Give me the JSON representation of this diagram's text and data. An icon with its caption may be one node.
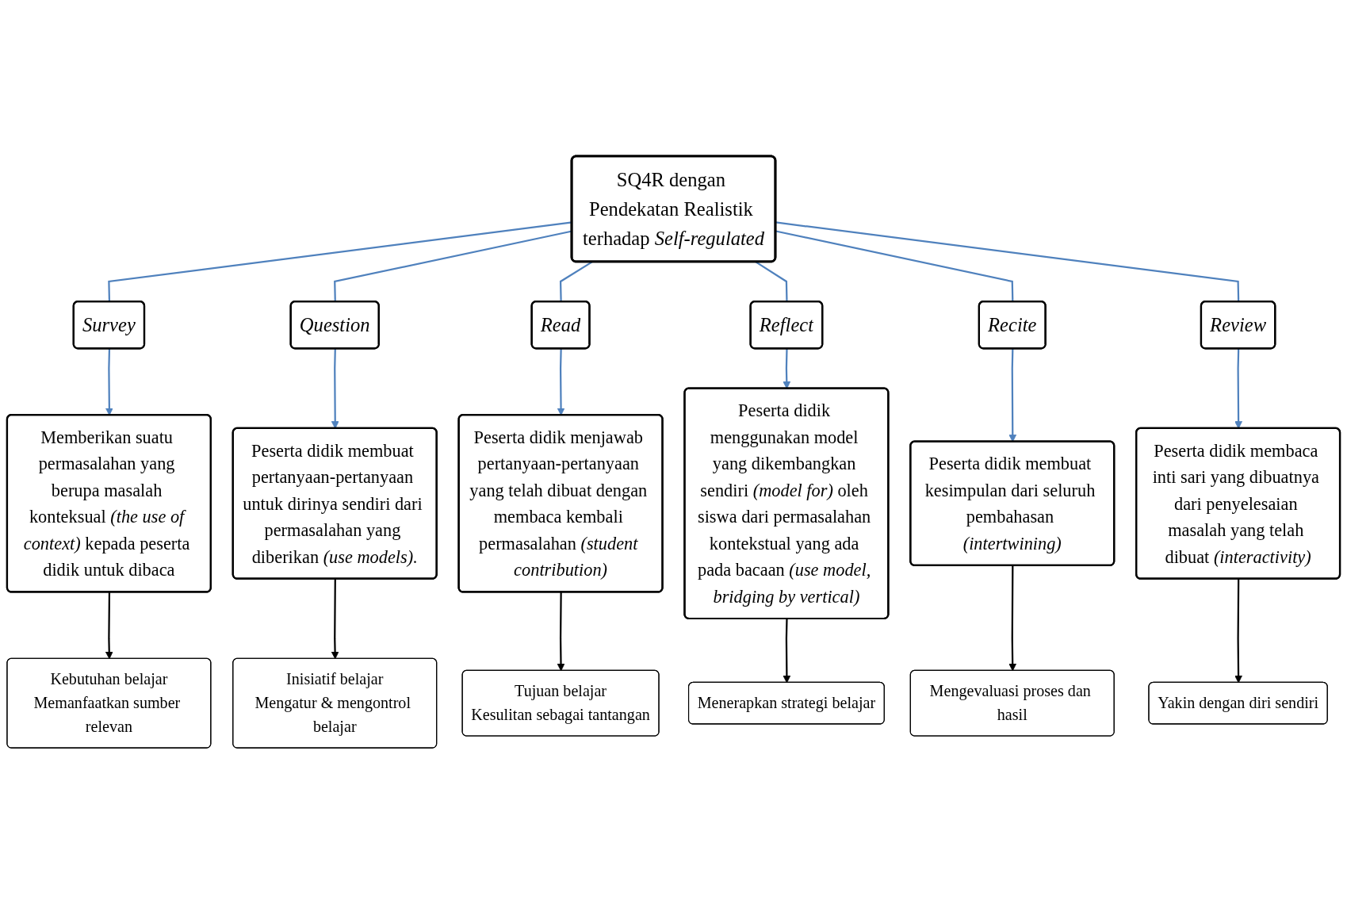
{
  "diagram": {
    "nodes": [
      {
        "text": [
          "SQ4R dengan Pendekatan Realistik terhadap *Self-regulated*"
        ]
      },
      {
        "text": [
          "Survey"
        ]
      },
      {
        "text": [
          "Question"
        ]
      },
      {
        "text": [
          "Read"
        ]
      },
      {
        "text": [
          "Reflect"
        ]
      },
      {
        "text": [
          "Recite"
        ]
      },
      {
        "text": [
          "Review"
        ]
      },
      {
        "text": [
          "Memberikan suatu permasalahan yang berupa masalah konteksual *(the use of context)* kepada peserta didik untuk dibaca"
        ]
      },
      {
        "text": [
          "Peserta didik membuat pertanyaan-pertanyaan untuk dirinya sendiri dari permasalahan yang diberikan *(use models).*"
        ]
      },
      {
        "text": [
          "Peserta didik menjawab pertanyaan-pertanyaan yang telah dibuat dengan membaca kembali permasalahan *(student contribution)*"
        ]
      },
      {
        "text": [
          "Peserta didik menggunakan model yang dikembangkan sendiri *(model for)* oleh siswa dari permasalahan kontekstual yang ada pada bacaan *(use model, bridging by vertical)*"
        ]
      },
      {
        "text": [
          "Peserta didik membuat kesimpulan dari seluruh pembahasan *(intertwining)*"
        ]
      },
      {
        "text": [
          "Peserta didik membaca inti sari yang dibuatnya dari penyelesaian masalah yang telah dibuat *(interactivity)*"
        ]
      },
      {
        "text": [
          "Kebutuhan belajar",
          "Memanfaatkan sumber relevan"
        ]
      },
      {
        "text": [
          "Inisiatif belajar",
          "Mengatur & mengontrol belajar"
        ]
      },
      {
        "text": [
          "Tujuan belajar",
          "Kesulitan sebagai tantangan"
        ]
      },
      {
        "text": [
          "Menerapkan strategi belajar"
        ]
      },
      {
        "text": [
          "Mengevaluasi proses dan hasil"
        ]
      },
      {
        "text": [
          "Yakin dengan diri sendiri"
        ]
      }
    ],
    "edges": [
      {
        "from": 0,
        "to": 1,
        "arrow": "none"
      },
      {
        "from": 0,
        "to": 2,
        "arrow": "none"
      },
      {
        "from": 0,
        "to": 3,
        "arrow": "none"
      },
      {
        "from": 0,
        "to": 4,
        "arrow": "none"
      },
      {
        "from": 0,
        "to": 5,
        "arrow": "none"
      },
      {
        "from": 0,
        "to": 6,
        "arrow": "none"
      },
      {
        "from": 1,
        "to": 7,
        "arrow": "to"
      },
      {
        "from": 2,
        "to": 8,
        "arrow": "to"
      },
      {
        "from": 3,
        "to": 9,
        "arrow": "to"
      },
      {
        "from": 4,
        "to": 10,
        "arrow": "to"
      },
      {
        "from": 5,
        "to": 11,
        "arrow": "to"
      },
      {
        "from": 6,
        "to": 12,
        "arrow": "to"
      },
      {
        "from": 7,
        "to": 13,
        "arrow": "to",
        "color": "#000000"
      },
      {
        "from": 8,
        "to": 14,
        "arrow": "to",
        "color": "#000000"
      },
      {
        "from": 9,
        "to": 15,
        "arrow": "to",
        "color": "#000000"
      },
      {
        "from": 10,
        "to": 16,
        "arrow": "to",
        "color": "#000000"
      },
      {
        "from": 11,
        "to": 17,
        "arrow": "to",
        "color": "#000000"
      },
      {
        "from": 12,
        "to": 18,
        "arrow": "to",
        "color": "#000000"
      }
    ]
  }
}
